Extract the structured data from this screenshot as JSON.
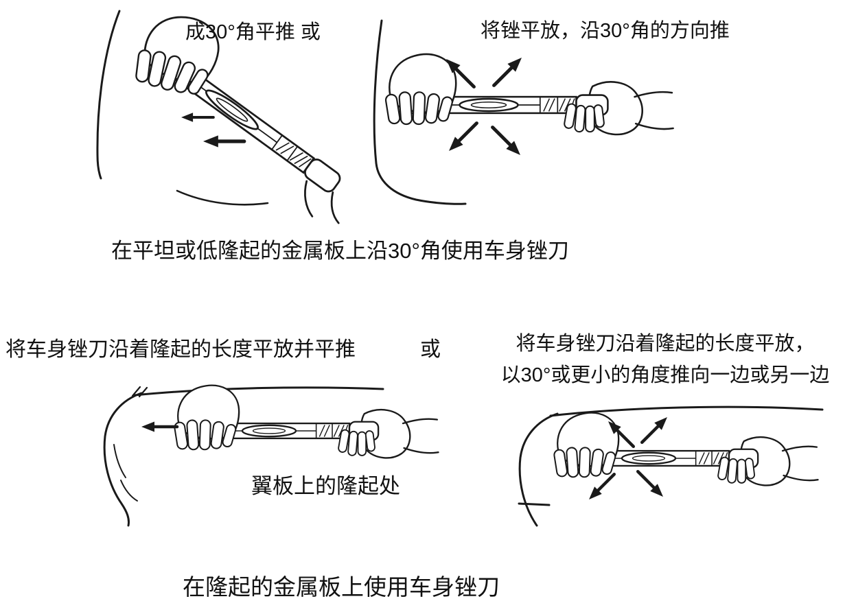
{
  "page": {
    "background": "#ffffff",
    "ink_color": "#1a1a1a",
    "text_color": "#111111"
  },
  "top_section": {
    "left_label": "成30°角平推  或",
    "right_label": "将锉平放，沿30°角的方向推",
    "caption": "在平坦或低隆起的金属板上沿30°角使用车身锉刀"
  },
  "bottom_section": {
    "left_label": "将车身锉刀沿着隆起的长度平放并平推",
    "or_label": "或",
    "right_label_line1": "将车身锉刀沿着隆起的长度平放，",
    "right_label_line2": "以30°或更小的角度推向一边或另一边",
    "ridge_label": "翼板上的隆起处",
    "caption": "在隆起的金属板上使用车身锉刀"
  }
}
